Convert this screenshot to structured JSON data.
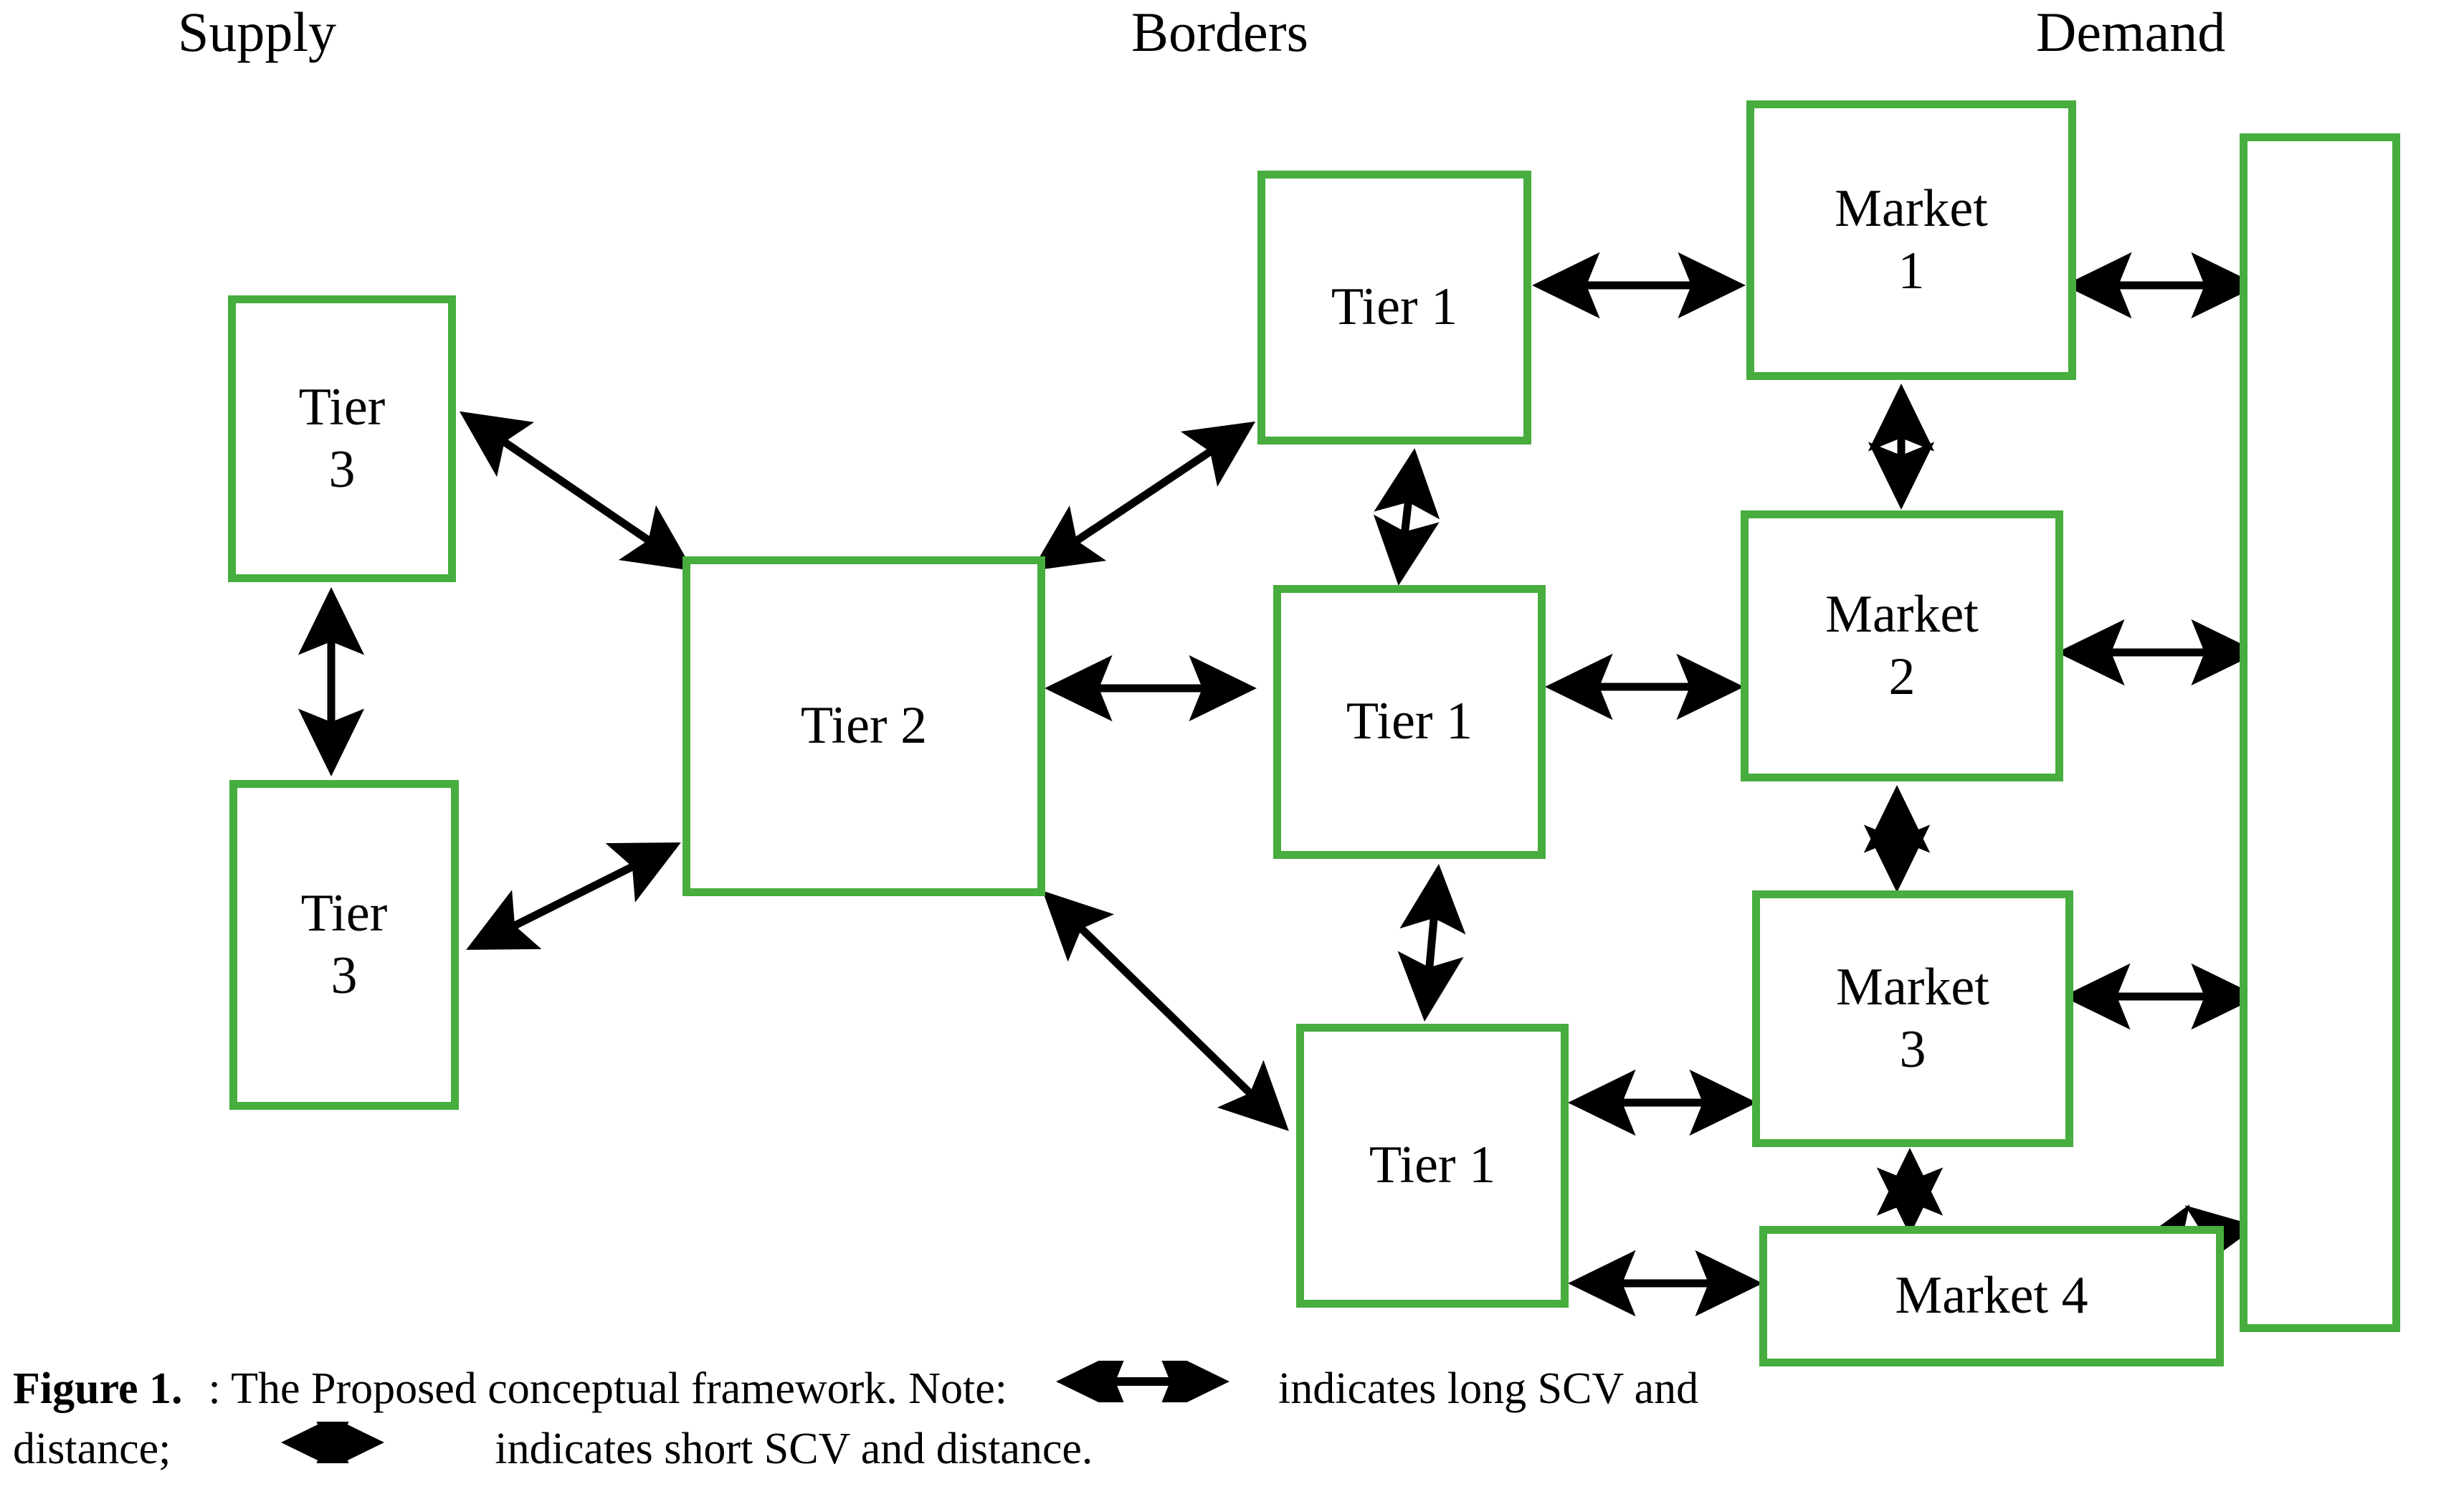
{
  "figure": {
    "headings": [
      {
        "id": "supply",
        "text": "Supply"
      },
      {
        "id": "borders",
        "text": "Borders"
      },
      {
        "id": "demand",
        "text": "Demand"
      }
    ],
    "accent_color": "#46ad3e",
    "text_color": "#000000",
    "background_color": "#ffffff",
    "nodes": [
      {
        "id": "tier3-upper",
        "label": "Tier\n3",
        "column": "supply"
      },
      {
        "id": "tier3-lower",
        "label": "Tier\n3",
        "column": "supply"
      },
      {
        "id": "tier2",
        "label": "Tier 2",
        "column": "supply"
      },
      {
        "id": "tier1-top",
        "label": "Tier 1",
        "column": "borders"
      },
      {
        "id": "tier1-middle",
        "label": "Tier 1",
        "column": "borders"
      },
      {
        "id": "tier1-bottom",
        "label": "Tier 1",
        "column": "borders"
      },
      {
        "id": "market1",
        "label": "Market\n1",
        "column": "demand"
      },
      {
        "id": "market2",
        "label": "Market\n2",
        "column": "demand"
      },
      {
        "id": "market3",
        "label": "Market\n3",
        "column": "demand"
      },
      {
        "id": "market4",
        "label": "Market 4",
        "column": "demand"
      },
      {
        "id": "demand-panel",
        "label": "",
        "column": "demand"
      }
    ],
    "connections": [
      {
        "from": "tier3-upper",
        "to": "tier3-lower",
        "kind": "double-headed"
      },
      {
        "from": "tier3-upper",
        "to": "tier2",
        "kind": "double-headed"
      },
      {
        "from": "tier3-lower",
        "to": "tier2",
        "kind": "double-headed"
      },
      {
        "from": "tier2",
        "to": "tier1-top",
        "kind": "double-headed"
      },
      {
        "from": "tier2",
        "to": "tier1-middle",
        "kind": "double-headed"
      },
      {
        "from": "tier2",
        "to": "tier1-bottom",
        "kind": "double-headed"
      },
      {
        "from": "tier1-top",
        "to": "tier1-middle",
        "kind": "double-headed"
      },
      {
        "from": "tier1-middle",
        "to": "tier1-bottom",
        "kind": "double-headed"
      },
      {
        "from": "tier1-top",
        "to": "market1",
        "kind": "double-headed"
      },
      {
        "from": "tier1-middle",
        "to": "market2",
        "kind": "double-headed"
      },
      {
        "from": "tier1-bottom",
        "to": "market3",
        "kind": "double-headed"
      },
      {
        "from": "tier1-bottom",
        "to": "market4",
        "kind": "double-headed"
      },
      {
        "from": "market1",
        "to": "market2",
        "kind": "double-headed"
      },
      {
        "from": "market2",
        "to": "market3",
        "kind": "double-headed"
      },
      {
        "from": "market3",
        "to": "market4",
        "kind": "double-headed"
      },
      {
        "from": "market1",
        "to": "demand-panel",
        "kind": "double-headed"
      },
      {
        "from": "market2",
        "to": "demand-panel",
        "kind": "double-headed"
      },
      {
        "from": "market3",
        "to": "demand-panel",
        "kind": "double-headed"
      },
      {
        "from": "market4",
        "to": "demand-panel",
        "kind": "double-headed"
      }
    ],
    "caption": {
      "figure_number": "Figure 1.",
      "line1_a": ": The Proposed conceptual framework. Note:",
      "line1_b": "indicates   long   SCV   and",
      "line2_a": "distance;",
      "line2_b": "indicates short SCV and distance."
    }
  }
}
